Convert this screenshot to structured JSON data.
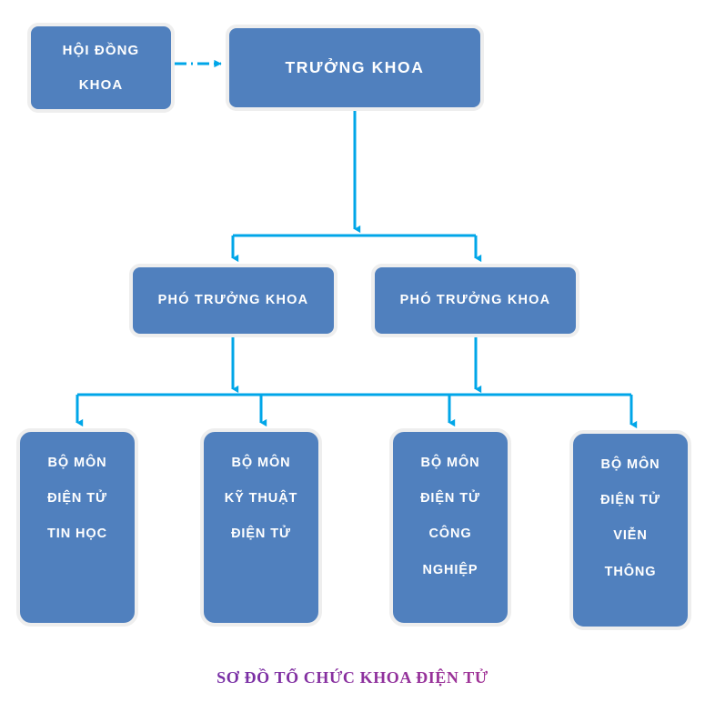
{
  "diagram": {
    "type": "organizational-chart",
    "caption": "SƠ ĐỒ TỔ CHỨC KHOA ĐIỆN TỬ",
    "colors": {
      "node_fill": "#5080be",
      "node_border": "#eeeeee",
      "node_text": "#ffffff",
      "connector": "#00a6e8",
      "caption_start": "#6a2fa8",
      "caption_end": "#c4349a",
      "background": "#ffffff"
    },
    "nodes": {
      "council": {
        "line1": "HỘI ĐỒNG",
        "line2": "KHOA"
      },
      "dean": {
        "line1": "TRƯỞNG KHOA"
      },
      "deputies": [
        {
          "line1": "PHÓ TRƯỞNG KHOA"
        },
        {
          "line1": "PHÓ TRƯỞNG KHOA"
        }
      ],
      "departments": [
        {
          "line1": "BỘ MÔN",
          "line2": "ĐIỆN TỬ",
          "line3": "TIN HỌC",
          "line4": ""
        },
        {
          "line1": "BỘ MÔN",
          "line2": "KỸ THUẬT",
          "line3": "ĐIỆN TỬ",
          "line4": ""
        },
        {
          "line1": "BỘ MÔN",
          "line2": "ĐIỆN TỬ",
          "line3": "CÔNG",
          "line4": "NGHIỆP"
        },
        {
          "line1": "BỘ MÔN",
          "line2": "ĐIỆN TỬ",
          "line3": "VIỄN",
          "line4": "THÔNG"
        }
      ]
    },
    "connectors": [
      {
        "name": "council-to-dean",
        "style": "dash-dot",
        "direction": "right"
      },
      {
        "name": "dean-to-bus",
        "style": "solid",
        "direction": "down"
      },
      {
        "name": "bus-to-deputy-1",
        "style": "solid",
        "direction": "down"
      },
      {
        "name": "bus-to-deputy-2",
        "style": "solid",
        "direction": "down"
      },
      {
        "name": "deputy-1-to-bus",
        "style": "solid",
        "direction": "down"
      },
      {
        "name": "deputy-2-to-bus",
        "style": "solid",
        "direction": "down"
      },
      {
        "name": "bus-to-department-1",
        "style": "solid",
        "direction": "down"
      },
      {
        "name": "bus-to-department-2",
        "style": "solid",
        "direction": "down"
      },
      {
        "name": "bus-to-department-3",
        "style": "solid",
        "direction": "down"
      },
      {
        "name": "bus-to-department-4",
        "style": "solid",
        "direction": "down"
      }
    ]
  }
}
